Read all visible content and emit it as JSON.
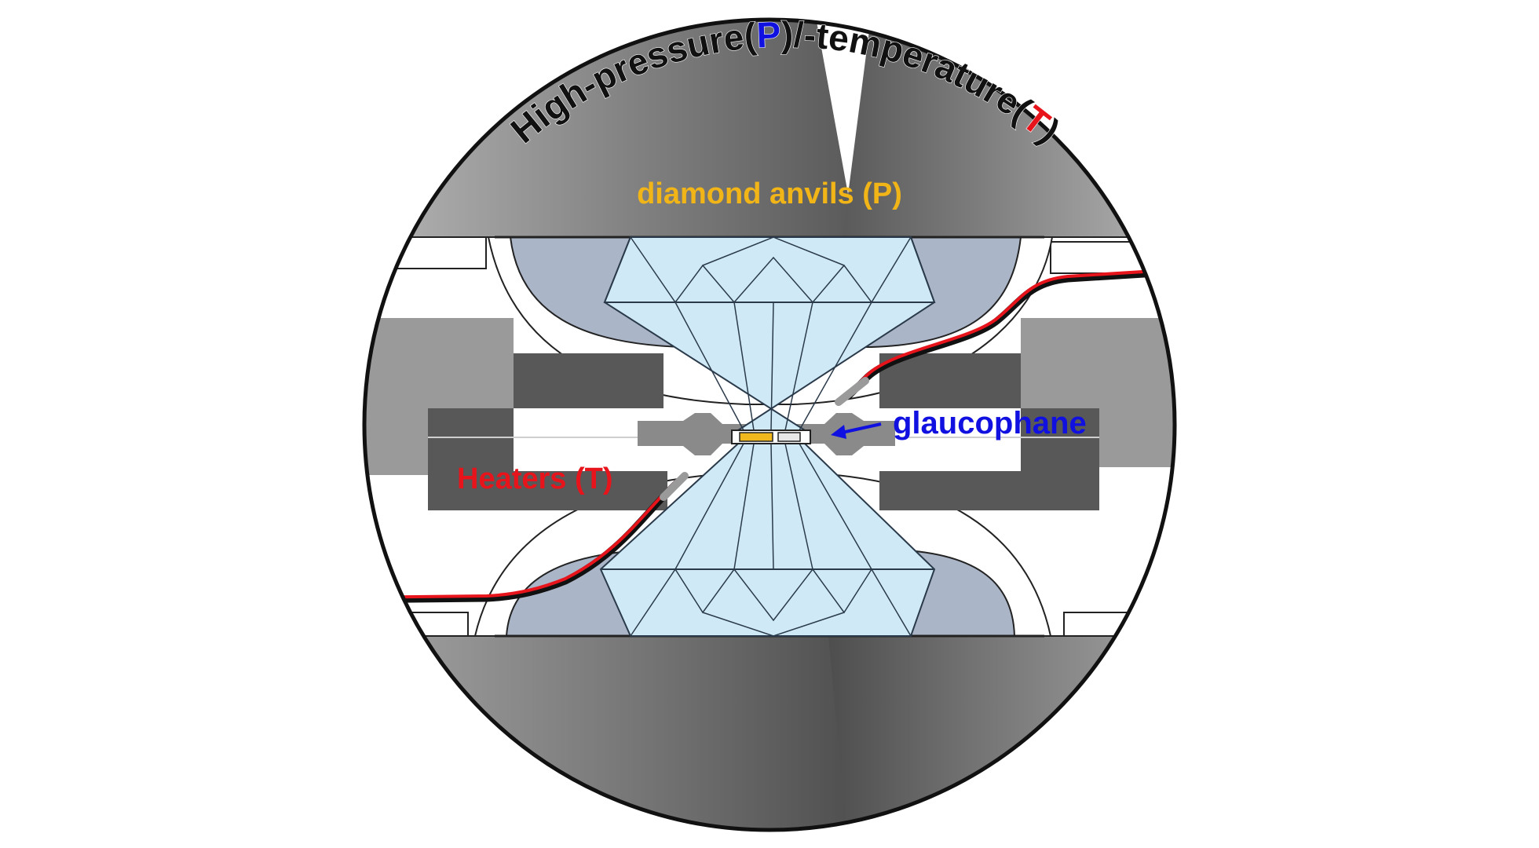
{
  "title": {
    "part1": "High-pressure(",
    "p_letter": "P",
    "part2": ")/-temperature(",
    "t_letter": "T",
    "part3": ")"
  },
  "labels": {
    "diamond_anvils": "diamond anvils (P)",
    "glaucophane": "glaucophane",
    "heaters": "Heaters (T)"
  },
  "colors": {
    "pressure_blue": "#1010e0",
    "temperature_red": "#e8141c",
    "anvil_label_gold": "#f2b517",
    "diamond_fill": "#cfeaf6",
    "sample_gold": "#f0b81c"
  }
}
